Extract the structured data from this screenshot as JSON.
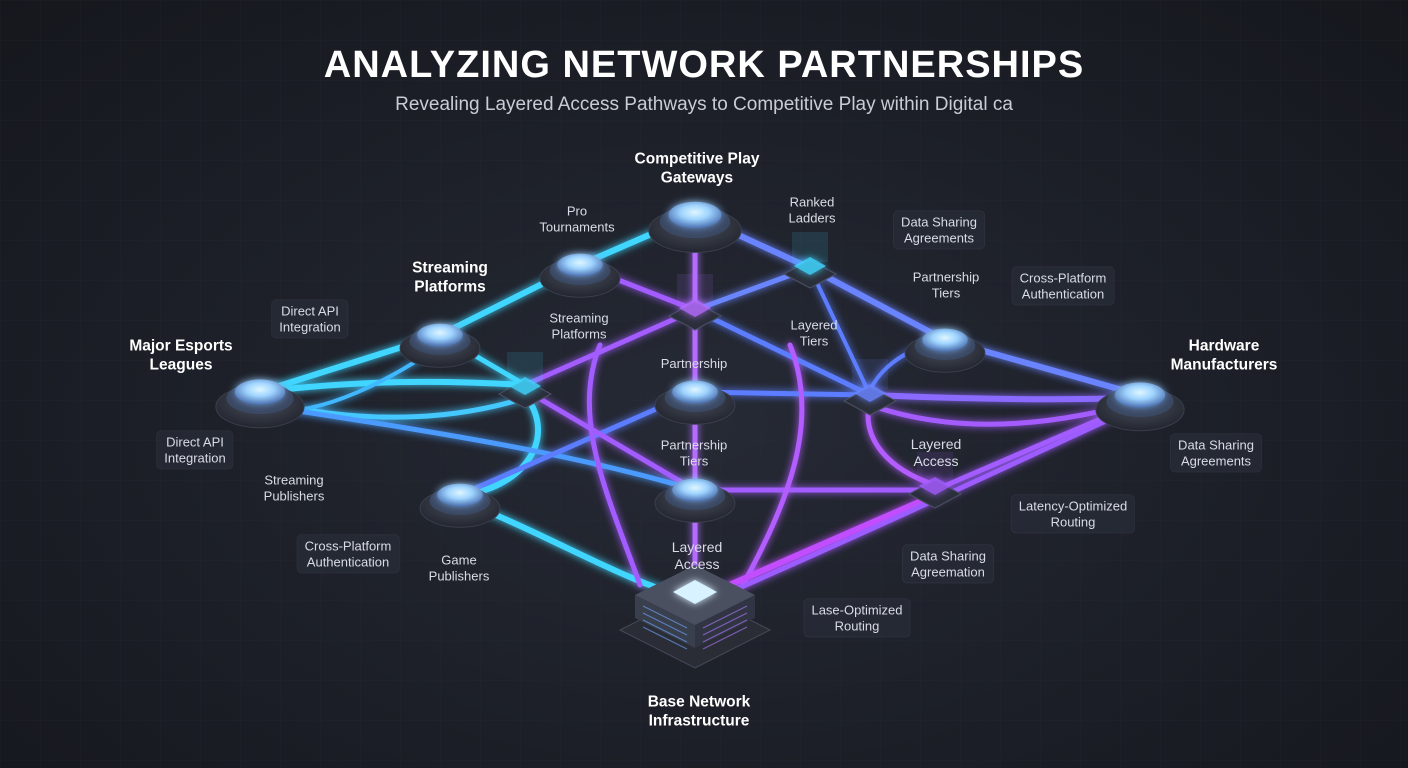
{
  "title": "ANALYZING NETWORK PARTNERSHIPS",
  "subtitle": "Revealing Layered Access Pathways to Competitive Play within Digital ca",
  "colors": {
    "background": "#1c1f27",
    "cyan": "#3fd6ff",
    "blue": "#5b7dff",
    "violet": "#a05cff",
    "magenta": "#c24dff"
  },
  "labels": {
    "top_node": "Competitive Play\nGateways",
    "streaming_platforms_major": "Streaming\nPlatforms",
    "major_esports": "Major Esports\nLeagues",
    "hardware": "Hardware\nManufacturers",
    "base": "Base Network\nInfrastructure",
    "pro_tournaments": "Pro\nTournaments",
    "ranked_ladders": "Ranked\nLadders",
    "data_sharing_top": "Data Sharing\nAgreements",
    "partnership_tiers_top": "Partnership\nTiers",
    "cross_platform_top": "Cross-Platform\nAuthentication",
    "direct_api_top": "Direct API\nIntegration",
    "streaming_platforms_mid": "Streaming\nPlatforms",
    "layered_tiers": "Layered\nTiers",
    "partnership_center": "Partnership",
    "direct_api_left": "Direct API\nIntegration",
    "streaming_publishers": "Streaming\nPublishers",
    "partnership_tiers_center": "Partnership\nTiers",
    "layered_access_right": "Layered\nAccess",
    "data_sharing_right": "Data Sharing\nAgreements",
    "latency_routing": "Latency-Optimized\nRouting",
    "cross_platform_left": "Cross-Platform\nAuthentication",
    "game_publishers": "Game\nPublishers",
    "layered_access_center": "Layered\nAccess",
    "data_sharing_bottom": "Data Sharing\nAgreemation",
    "lase_routing": "Lase-Optimized\nRouting"
  }
}
